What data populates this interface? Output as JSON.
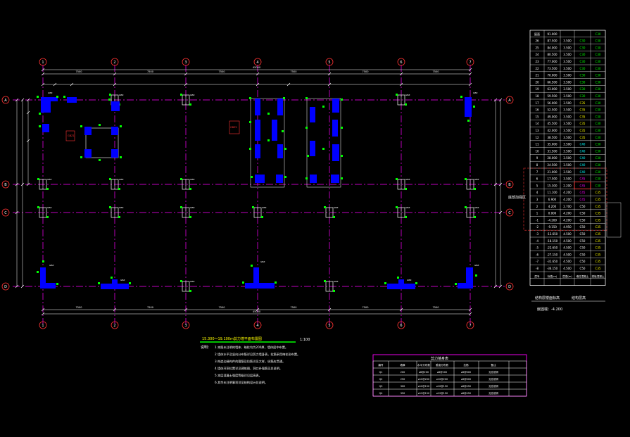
{
  "drawing": {
    "plan_title": "15.300～19.100m剪力墙平面布置图",
    "plan_scale": "1:100",
    "notes_label": "说明：",
    "notes": [
      "1.本图未注明的墙体、暗柱均为200厚，墙体居中布置。",
      "2.墙体水平及竖向分布筋详见剪力墙身表，拉筋采用梅花形布置。",
      "3.构造边缘构件的箍筋及拉筋详见大样，纵筋应贯通。",
      "4.墙体开洞位置详见建筑图，洞口补强筋见总说明。",
      "5.本层混凝土强度等级详见层高表。",
      "6.其余未注明事项详见结构设计总说明。"
    ],
    "axis_columns": [
      "1",
      "2",
      "3",
      "4",
      "5",
      "6",
      "7"
    ],
    "axis_rows": [
      "A",
      "B",
      "C",
      "D"
    ],
    "dim_total": "45000",
    "dim_span": "7500"
  },
  "wall_table": {
    "title": "剪力墙身表",
    "headers": [
      "编号",
      "墙厚",
      "水平分布筋",
      "垂直分布筋",
      "拉筋",
      "备注"
    ],
    "rows": [
      [
        "Q1",
        "200",
        "⌀8@200",
        "⌀8@200",
        "⌀6@600",
        "见总说明"
      ],
      [
        "Q2",
        "250",
        "⌀10@200",
        "⌀10@200",
        "⌀6@600",
        "见总说明"
      ],
      [
        "Q3",
        "300",
        "⌀10@150",
        "⌀10@150",
        "⌀6@450",
        "见总说明"
      ],
      [
        "Q4",
        "350",
        "⌀12@150",
        "⌀12@150",
        "⌀8@450",
        "见总说明"
      ]
    ]
  },
  "floor_table": {
    "rows": [
      [
        "屋面",
        "91.000",
        "",
        "",
        "C30"
      ],
      [
        "26",
        "87.500",
        "3.500",
        "C30",
        "C30"
      ],
      [
        "25",
        "84.000",
        "3.500",
        "C30",
        "C30"
      ],
      [
        "24",
        "80.500",
        "3.500",
        "C30",
        "C30"
      ],
      [
        "23",
        "77.000",
        "3.500",
        "C30",
        "C30"
      ],
      [
        "22",
        "73.500",
        "3.500",
        "C30",
        "C30"
      ],
      [
        "21",
        "70.000",
        "3.500",
        "C30",
        "C30"
      ],
      [
        "20",
        "66.500",
        "3.500",
        "C30",
        "C30"
      ],
      [
        "19",
        "63.000",
        "3.500",
        "C30",
        "C30"
      ],
      [
        "18",
        "59.500",
        "3.500",
        "C30",
        "C30"
      ],
      [
        "17",
        "56.000",
        "3.500",
        "C35",
        "C30"
      ],
      [
        "16",
        "52.500",
        "3.500",
        "C35",
        "C30"
      ],
      [
        "15",
        "49.000",
        "3.500",
        "C35",
        "C30"
      ],
      [
        "14",
        "45.500",
        "3.500",
        "C35",
        "C30"
      ],
      [
        "13",
        "42.000",
        "3.500",
        "C35",
        "C30"
      ],
      [
        "12",
        "38.500",
        "3.500",
        "C35",
        "C30"
      ],
      [
        "11",
        "35.000",
        "3.500",
        "C40",
        "C30"
      ],
      [
        "10",
        "31.500",
        "3.500",
        "C40",
        "C30"
      ],
      [
        "9",
        "28.000",
        "3.500",
        "C40",
        "C30"
      ],
      [
        "8",
        "24.500",
        "3.500",
        "C40",
        "C30"
      ],
      [
        "7",
        "21.000",
        "3.500",
        "C40",
        "C30"
      ],
      [
        "6",
        "17.500",
        "3.500",
        "C45",
        "C30"
      ],
      [
        "5",
        "15.300",
        "2.200",
        "C45",
        "C30"
      ],
      [
        "4",
        "11.100",
        "4.200",
        "C45",
        "C35"
      ],
      [
        "3",
        "6.900",
        "4.200",
        "C45",
        "C35"
      ],
      [
        "2",
        "4.200",
        "2.700",
        "C50",
        "C35"
      ],
      [
        "1",
        "0.000",
        "4.200",
        "C50",
        "C35"
      ],
      [
        "-1",
        "-4.200",
        "4.200",
        "C50",
        "C35"
      ],
      [
        "-2",
        "-9.150",
        "4.950",
        "C50",
        "C35"
      ],
      [
        "-3",
        "-13.650",
        "4.500",
        "C50",
        "C35"
      ],
      [
        "-4",
        "-18.150",
        "4.500",
        "C50",
        "C35"
      ],
      [
        "-5",
        "-22.650",
        "4.500",
        "C50",
        "C35"
      ],
      [
        "-6",
        "-27.150",
        "4.500",
        "C50",
        "C35"
      ],
      [
        "-7",
        "-31.650",
        "4.500",
        "C50",
        "C35"
      ],
      [
        "-8",
        "-36.150",
        "4.500",
        "C50",
        "C35"
      ]
    ],
    "footer": [
      "层号",
      "标高(m)",
      "层高(m)",
      "墙柱混凝土",
      "梁板混凝土"
    ],
    "side_label": "底部加强区",
    "caption": "结构层楼面标高",
    "caption2": "结构层高",
    "sub_caption": "嵌固端：-4.200"
  },
  "colors": {
    "background": "#000000",
    "axis": "#ff3333",
    "grid": "#ff00ff",
    "wall": "#0000ff",
    "annotation": "#00ff00",
    "dimension": "#ffffff",
    "table_line": "#ffffff",
    "wall_table_border": "#ff00ff",
    "title_line": "#00ff00"
  }
}
